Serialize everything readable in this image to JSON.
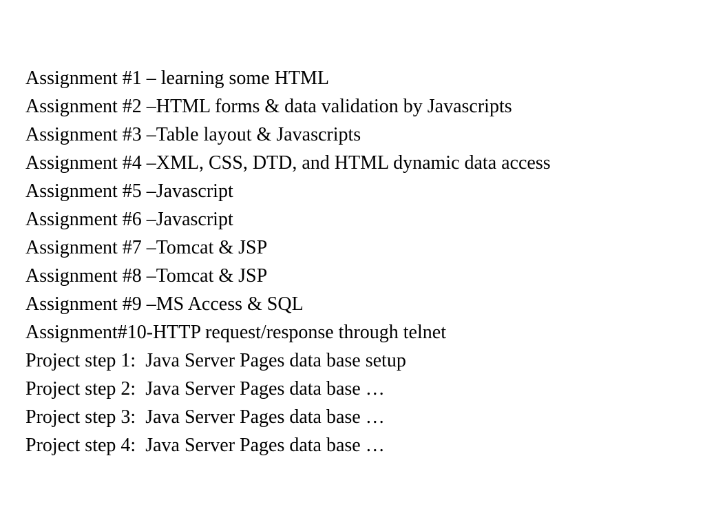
{
  "items": [
    "Assignment #1 – learning some HTML",
    "Assignment #2 –HTML forms & data validation by Javascripts",
    "Assignment #3 –Table layout & Javascripts",
    "Assignment #4 –XML, CSS, DTD, and HTML dynamic data access",
    "Assignment #5 –Javascript",
    "Assignment #6 –Javascript",
    "Assignment #7 –Tomcat & JSP",
    "Assignment #8 –Tomcat & JSP",
    "Assignment #9 –MS Access & SQL",
    "Assignment#10-HTTP request/response through telnet",
    "Project step 1:  Java Server Pages data base setup",
    "Project step 2:  Java Server Pages data base …",
    "Project step 3:  Java Server Pages data base …",
    "Project step 4:  Java Server Pages data base …"
  ]
}
